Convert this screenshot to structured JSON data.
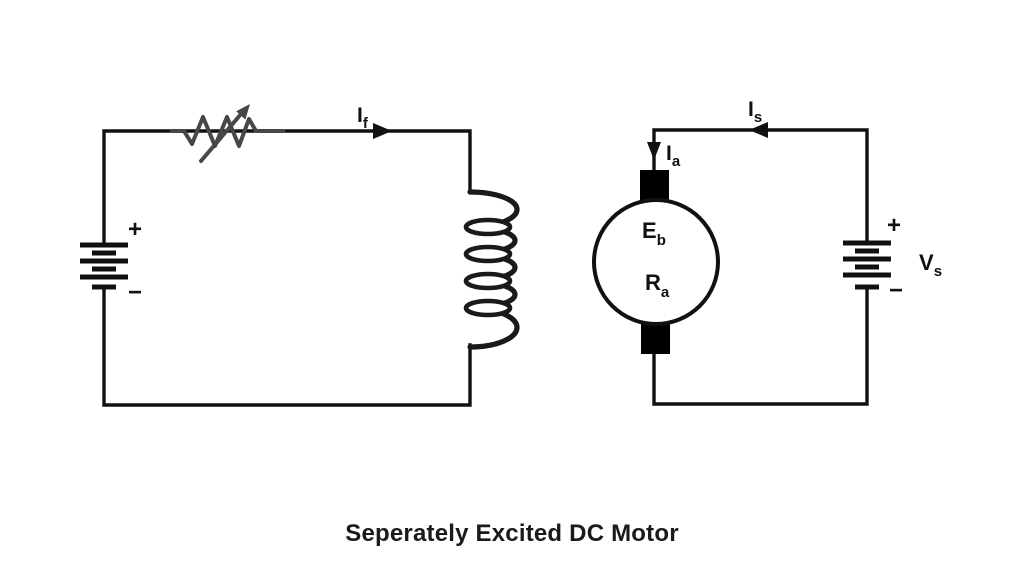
{
  "title": "Seperately Excited DC Motor",
  "colors": {
    "background": "#ffffff",
    "wire": "#111111",
    "rheostat_gray": "#474747",
    "brush_fill": "#000000",
    "text": "#111111"
  },
  "field_circuit": {
    "battery": {
      "plus": "+",
      "minus": "−"
    },
    "current_label": {
      "main": "I",
      "sub": "f"
    },
    "components": [
      "battery",
      "rheostat",
      "field-winding-coil"
    ]
  },
  "armature_circuit": {
    "supply_current_label": {
      "main": "I",
      "sub": "s"
    },
    "armature_current_label": {
      "main": "I",
      "sub": "a"
    },
    "motor": {
      "back_emf_label": {
        "main": "E",
        "sub": "b"
      },
      "armature_resistance_label": {
        "main": "R",
        "sub": "a"
      }
    },
    "battery": {
      "plus": "+",
      "minus": "−",
      "label": {
        "main": "V",
        "sub": "s"
      }
    },
    "components": [
      "motor",
      "battery"
    ]
  }
}
